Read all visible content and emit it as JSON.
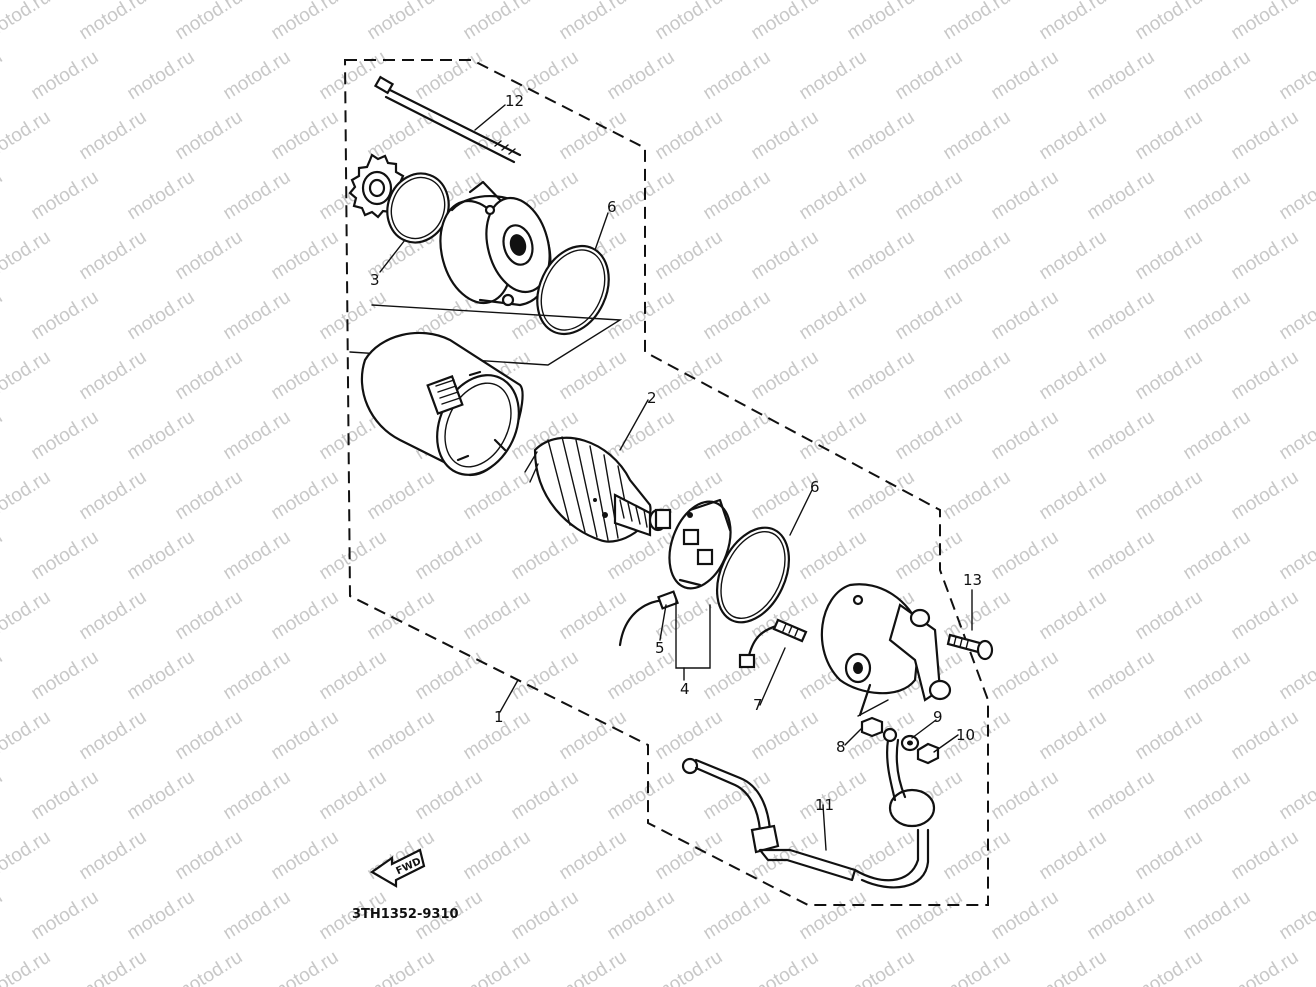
{
  "watermark": "motod.ru",
  "diagram_code": "3TH1352-9310",
  "fwd_label": "FWD",
  "callouts": [
    {
      "id": "c1",
      "label": "1"
    },
    {
      "id": "c2",
      "label": "2"
    },
    {
      "id": "c3",
      "label": "3"
    },
    {
      "id": "c4",
      "label": "4"
    },
    {
      "id": "c5",
      "label": "5"
    },
    {
      "id": "c6a",
      "label": "6"
    },
    {
      "id": "c6b",
      "label": "6"
    },
    {
      "id": "c7",
      "label": "7"
    },
    {
      "id": "c8",
      "label": "8"
    },
    {
      "id": "c9",
      "label": "9"
    },
    {
      "id": "c10",
      "label": "10"
    },
    {
      "id": "c11",
      "label": "11"
    },
    {
      "id": "c12",
      "label": "12"
    },
    {
      "id": "c13",
      "label": "13"
    }
  ]
}
